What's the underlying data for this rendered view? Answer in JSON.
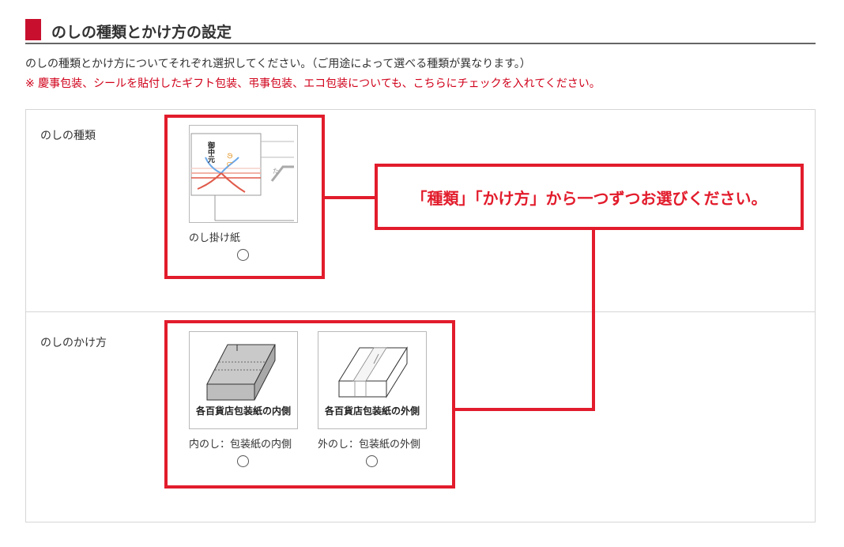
{
  "header": {
    "title": "のしの種類とかけ方の設定"
  },
  "intro_text": "のしの種類とかけ方についてそれぞれ選択してください。（ご用途によって選べる種類が異なります。）",
  "note_text": "※ 慶事包装、シールを貼付したギフト包装、弔事包装、エコ包装についても、こちらにチェックを入れてください。",
  "noshi_type": {
    "label": "のしの種類",
    "options": [
      {
        "label": "のし掛け紙",
        "thumb_text": "御中元",
        "selected": false
      }
    ]
  },
  "noshi_wrap": {
    "label": "のしのかけ方",
    "options": [
      {
        "label": "内のし：包装紙の内側",
        "caption": "各百貨店包装紙の内側",
        "selected": false
      },
      {
        "label": "外のし：包装紙の外側",
        "caption": "各百貨店包装紙の外側",
        "selected": false
      }
    ]
  },
  "callout": {
    "text": "「種類」「かけ方」から一つずつお選びください。"
  },
  "colors": {
    "accent_red": "#e21c2c",
    "heading_bar": "#c8102e",
    "note_red": "#d0021b"
  }
}
